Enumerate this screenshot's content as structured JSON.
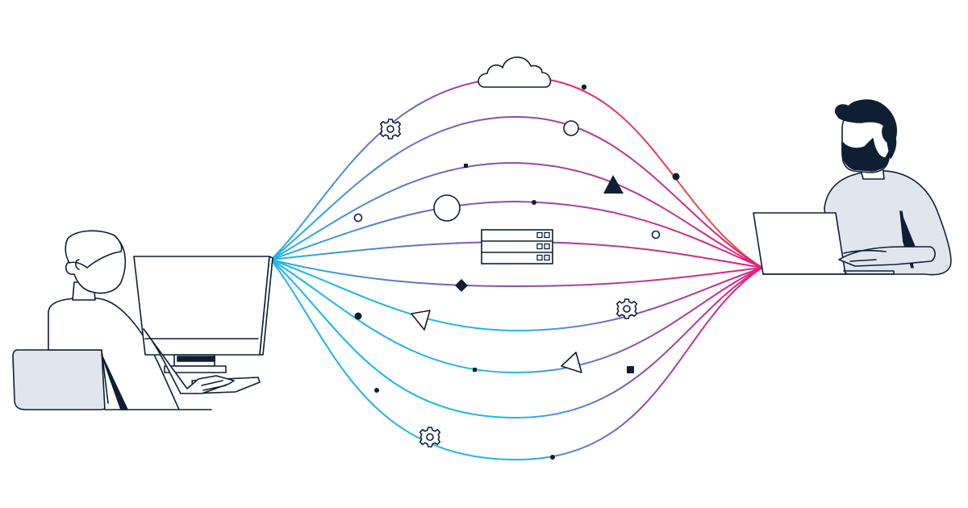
{
  "colors": {
    "ink": "#0f1e33",
    "fill_light": "#e1e6ee",
    "stroke_blue": "#1fb6ea",
    "stroke_magenta": "#e8207a",
    "stroke_orange": "#ef5a2a",
    "stroke_purple": "#8a4fb0",
    "background": "#ffffff"
  },
  "icons": {
    "cloud": "cloud-icon",
    "gear": "gear-icon",
    "server": "server-rack-icon",
    "triangle": "triangle-icon",
    "diamond": "diamond-icon",
    "circle": "circle-icon",
    "dot": "dot-icon",
    "square": "square-icon"
  },
  "people": {
    "left": "person-at-desktop",
    "right": "person-with-laptop"
  },
  "connection_count": 10
}
